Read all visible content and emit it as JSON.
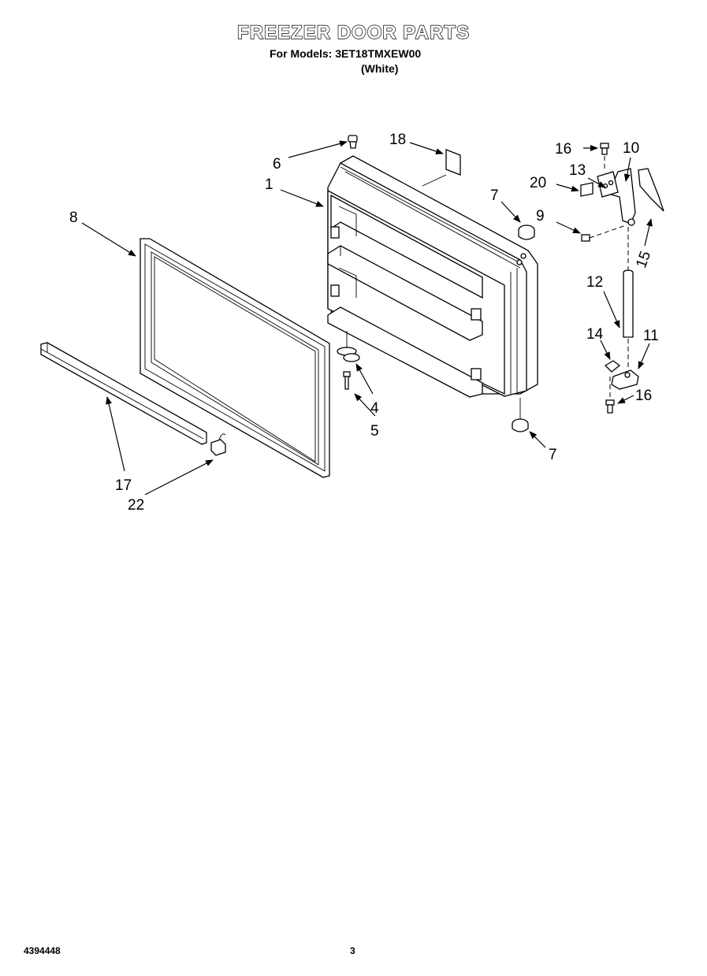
{
  "header": {
    "title": "FREEZER DOOR PARTS",
    "models_line": "For Models: 3ET18TMXEW00",
    "color_line": "(White)"
  },
  "footer": {
    "doc_number": "4394448",
    "page_number": "3"
  },
  "callouts": {
    "c1": "1",
    "c4": "4",
    "c5": "5",
    "c6": "6",
    "c7a": "7",
    "c7b": "7",
    "c8": "8",
    "c9": "9",
    "c10": "10",
    "c11": "11",
    "c12": "12",
    "c13": "13",
    "c14": "14",
    "c15": "15",
    "c16a": "16",
    "c16b": "16",
    "c17": "17",
    "c18": "18",
    "c20": "20",
    "c22": "22"
  }
}
